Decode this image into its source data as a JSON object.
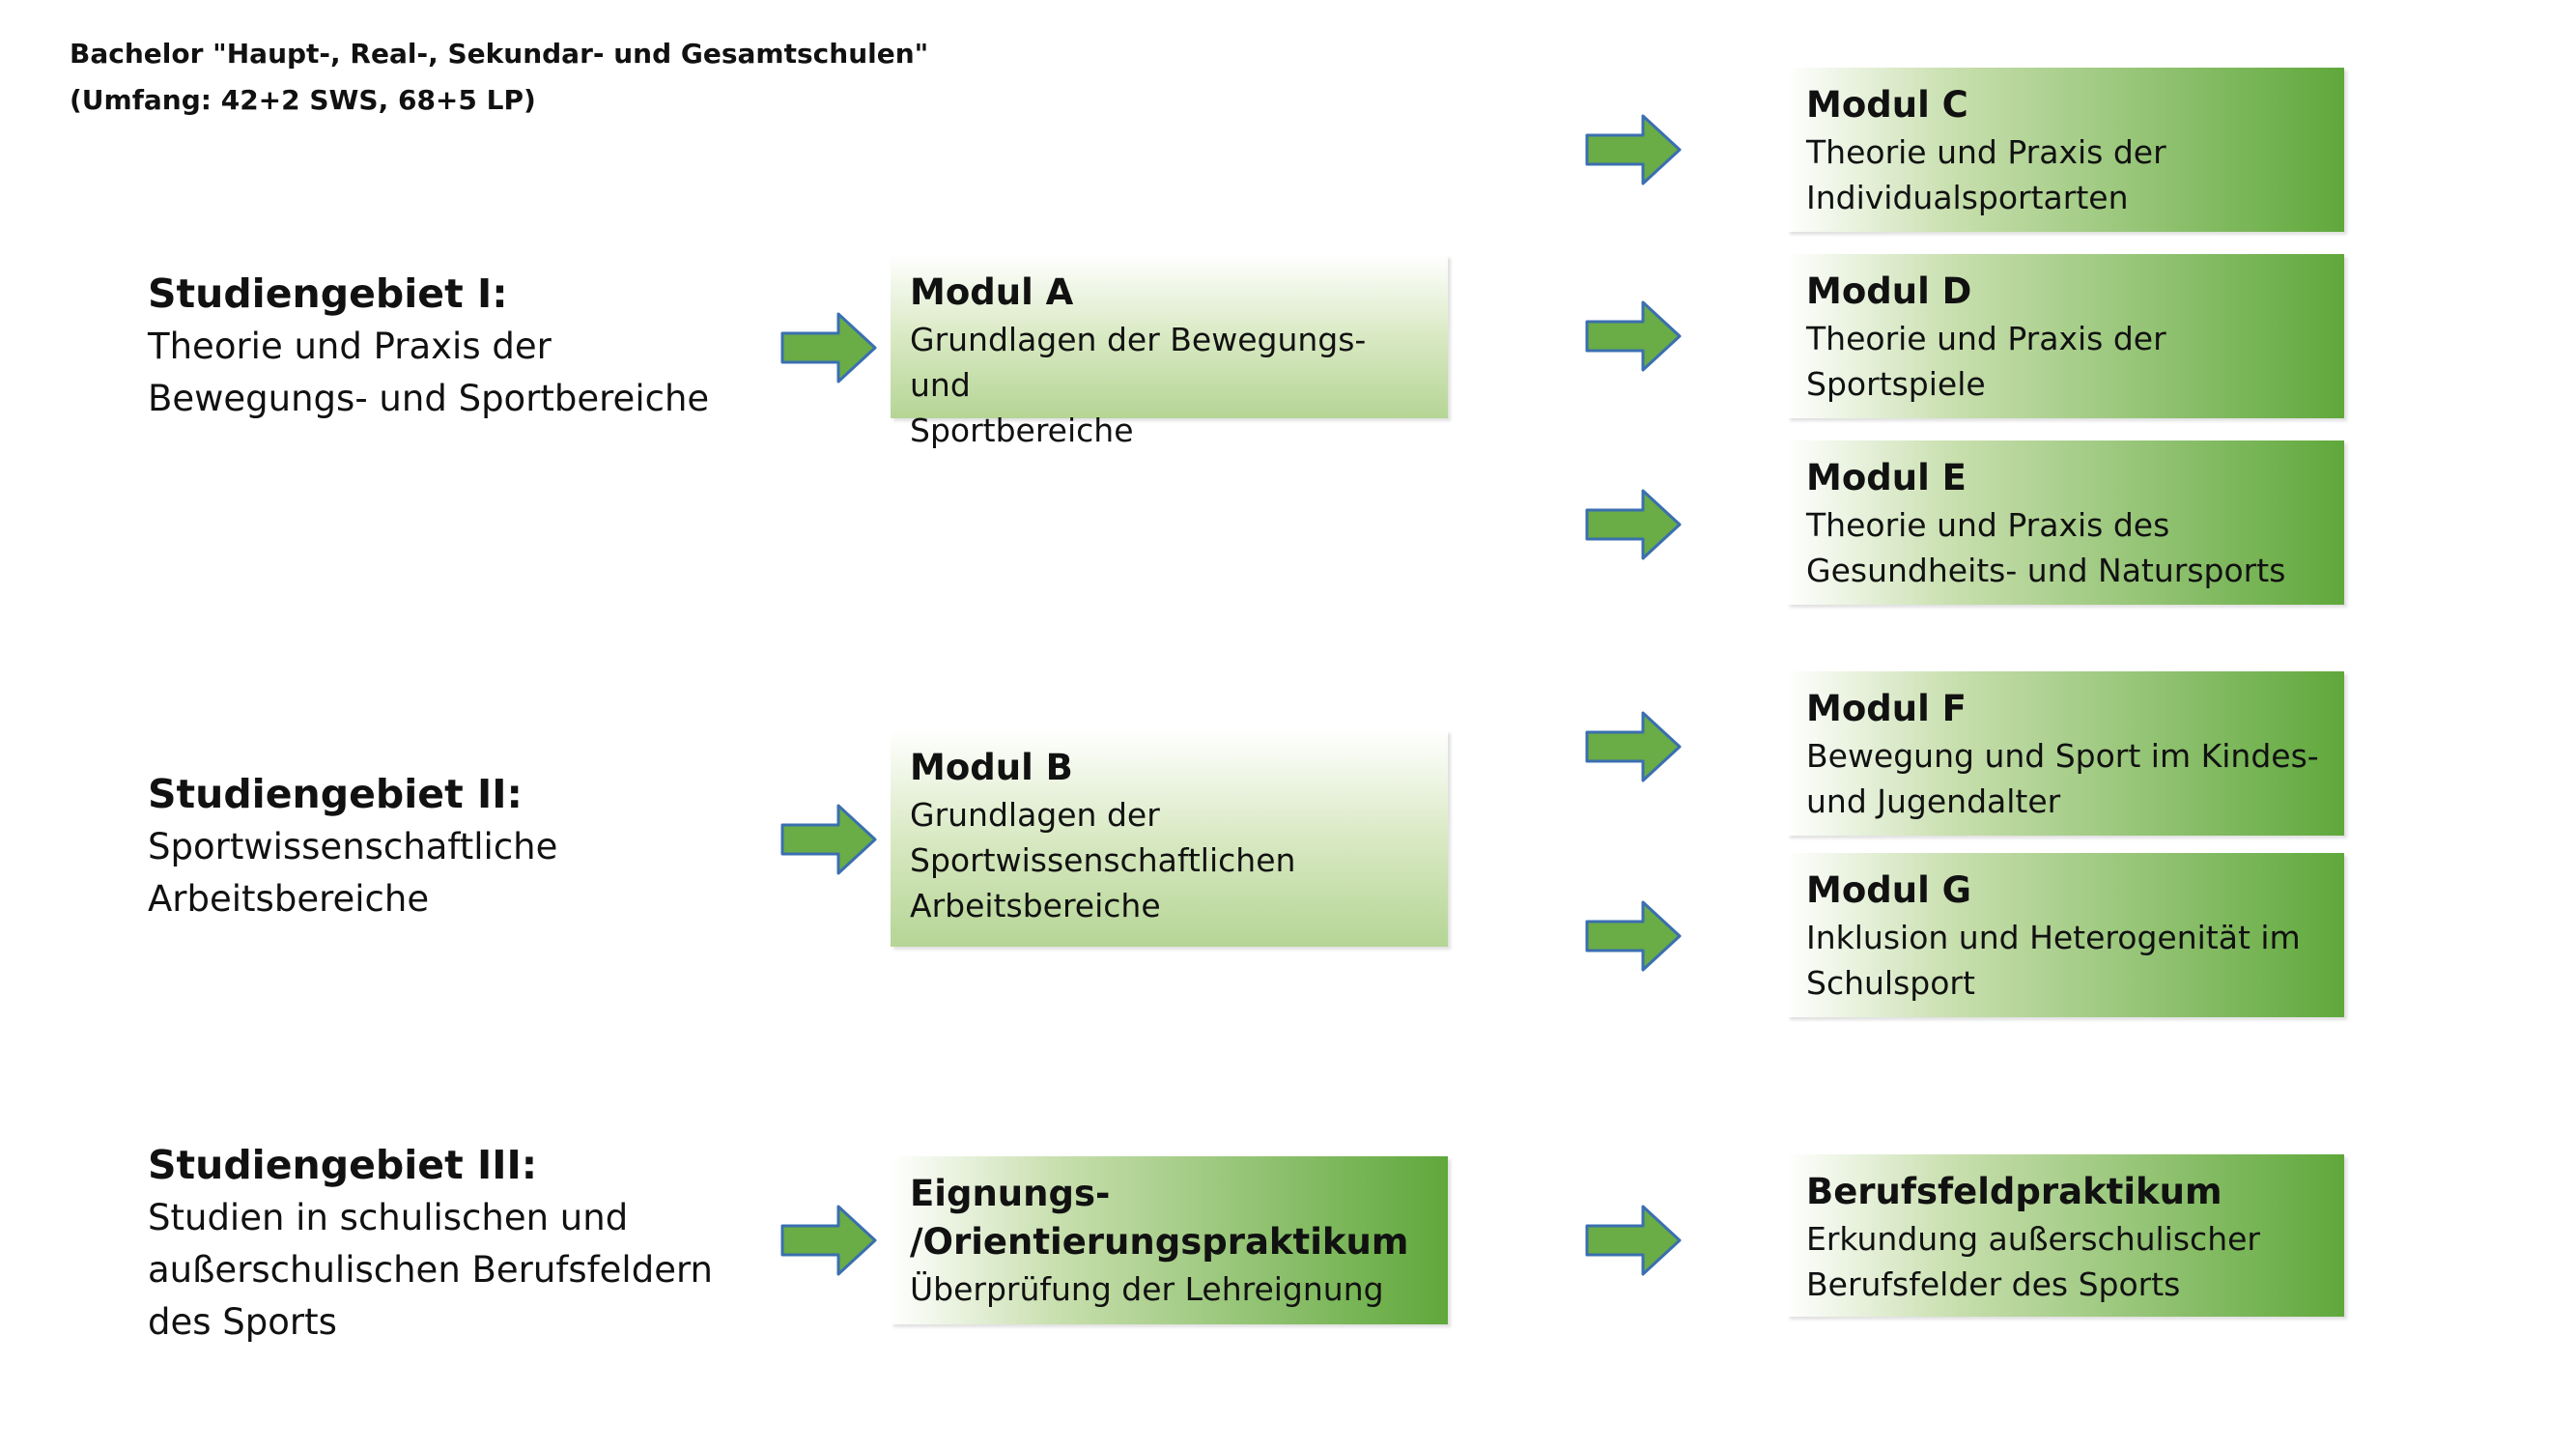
{
  "header": {
    "line1": "Bachelor \"Haupt-, Real-, Sekundar- und Gesamtschulen\"",
    "line2": "(Umfang: 42+2 SWS, 68+5 LP)"
  },
  "areas": [
    {
      "title": "Studiengebiet I:",
      "desc_lines": [
        "Theorie und Praxis der",
        "Bewegungs- und Sportbereiche"
      ]
    },
    {
      "title": "Studiengebiet II:",
      "desc_lines": [
        "Sportwissenschaftliche",
        "Arbeitsbereiche"
      ]
    },
    {
      "title": "Studiengebiet III:",
      "desc_lines": [
        "Studien in schulischen und",
        "außerschulischen Berufsfeldern",
        "des Sports"
      ]
    }
  ],
  "modules": {
    "a": {
      "title": "Modul A",
      "desc_lines": [
        "Grundlagen der Bewegungs- und",
        "Sportbereiche"
      ]
    },
    "b": {
      "title": "Modul B",
      "desc_lines": [
        "Grundlagen der",
        "Sportwissenschaftlichen",
        "Arbeitsbereiche"
      ]
    },
    "eop": {
      "title_lines": [
        "Eignungs-",
        "/Orientierungspraktikum"
      ],
      "desc_lines": [
        "Überprüfung der Lehreignung"
      ]
    },
    "c": {
      "title": "Modul C",
      "desc_lines": [
        "Theorie und Praxis der",
        "Individualsportarten"
      ]
    },
    "d": {
      "title": "Modul D",
      "desc_lines": [
        "Theorie und Praxis der",
        "Sportspiele"
      ]
    },
    "e": {
      "title": "Modul E",
      "desc_lines": [
        "Theorie und Praxis des",
        "Gesundheits- und Natursports"
      ]
    },
    "f": {
      "title": "Modul F",
      "desc_lines": [
        "Bewegung und Sport im Kindes-",
        "und Jugendalter"
      ]
    },
    "g": {
      "title": "Modul G",
      "desc_lines": [
        "Inklusion und Heterogenität im",
        "Schulsport"
      ]
    },
    "bfp": {
      "title": "Berufsfeldpraktikum",
      "desc_lines": [
        "Erkundung außerschulischer",
        "Berufsfelder des Sports"
      ]
    }
  },
  "colors": {
    "arrow_fill": "#6aac45",
    "arrow_stroke": "#3a6fb0",
    "box_green_dark": "#5fa83b",
    "box_green_light": "#b5d595"
  },
  "icons": {
    "arrow": "right-arrow-icon"
  }
}
